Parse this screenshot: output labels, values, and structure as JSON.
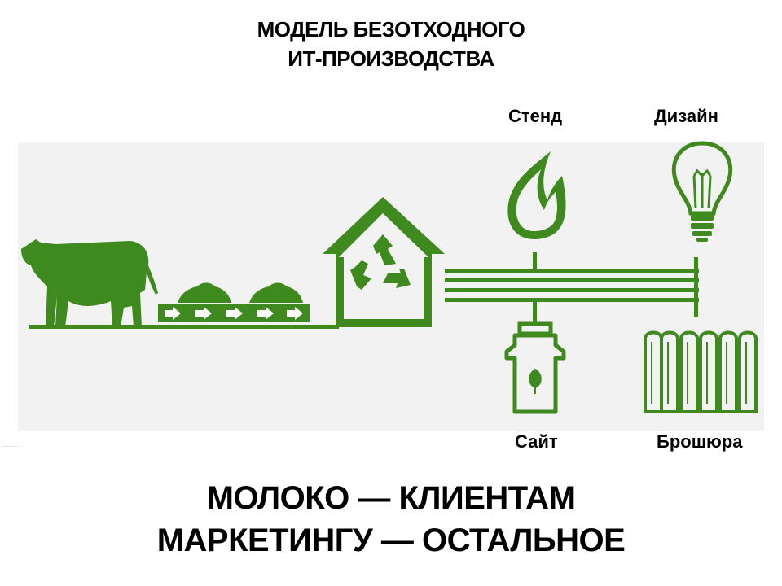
{
  "title": {
    "line1": "МОДЕЛЬ БЕЗОТХОДНОГО",
    "line2": "ИТ-ПРОИЗВОДСТВА"
  },
  "labels": {
    "stand": "Стенд",
    "design": "Дизайн",
    "site": "Сайт",
    "brochure": "Брошюра"
  },
  "slogan": {
    "line1": "МОЛОКО — КЛИЕНТАМ",
    "line2": "МАРКЕТИНГУ — ОСТАЛЬНОЕ"
  },
  "icons": [
    "cow-icon",
    "manure-pile-icon",
    "conveyor-icon",
    "recycling-house-icon",
    "flame-icon",
    "lightbulb-icon",
    "biogas-tank-icon",
    "radiator-icon"
  ],
  "colors": {
    "accent": "#3f8a1f",
    "background_band": "#f2f2f2",
    "text": "#000000"
  }
}
